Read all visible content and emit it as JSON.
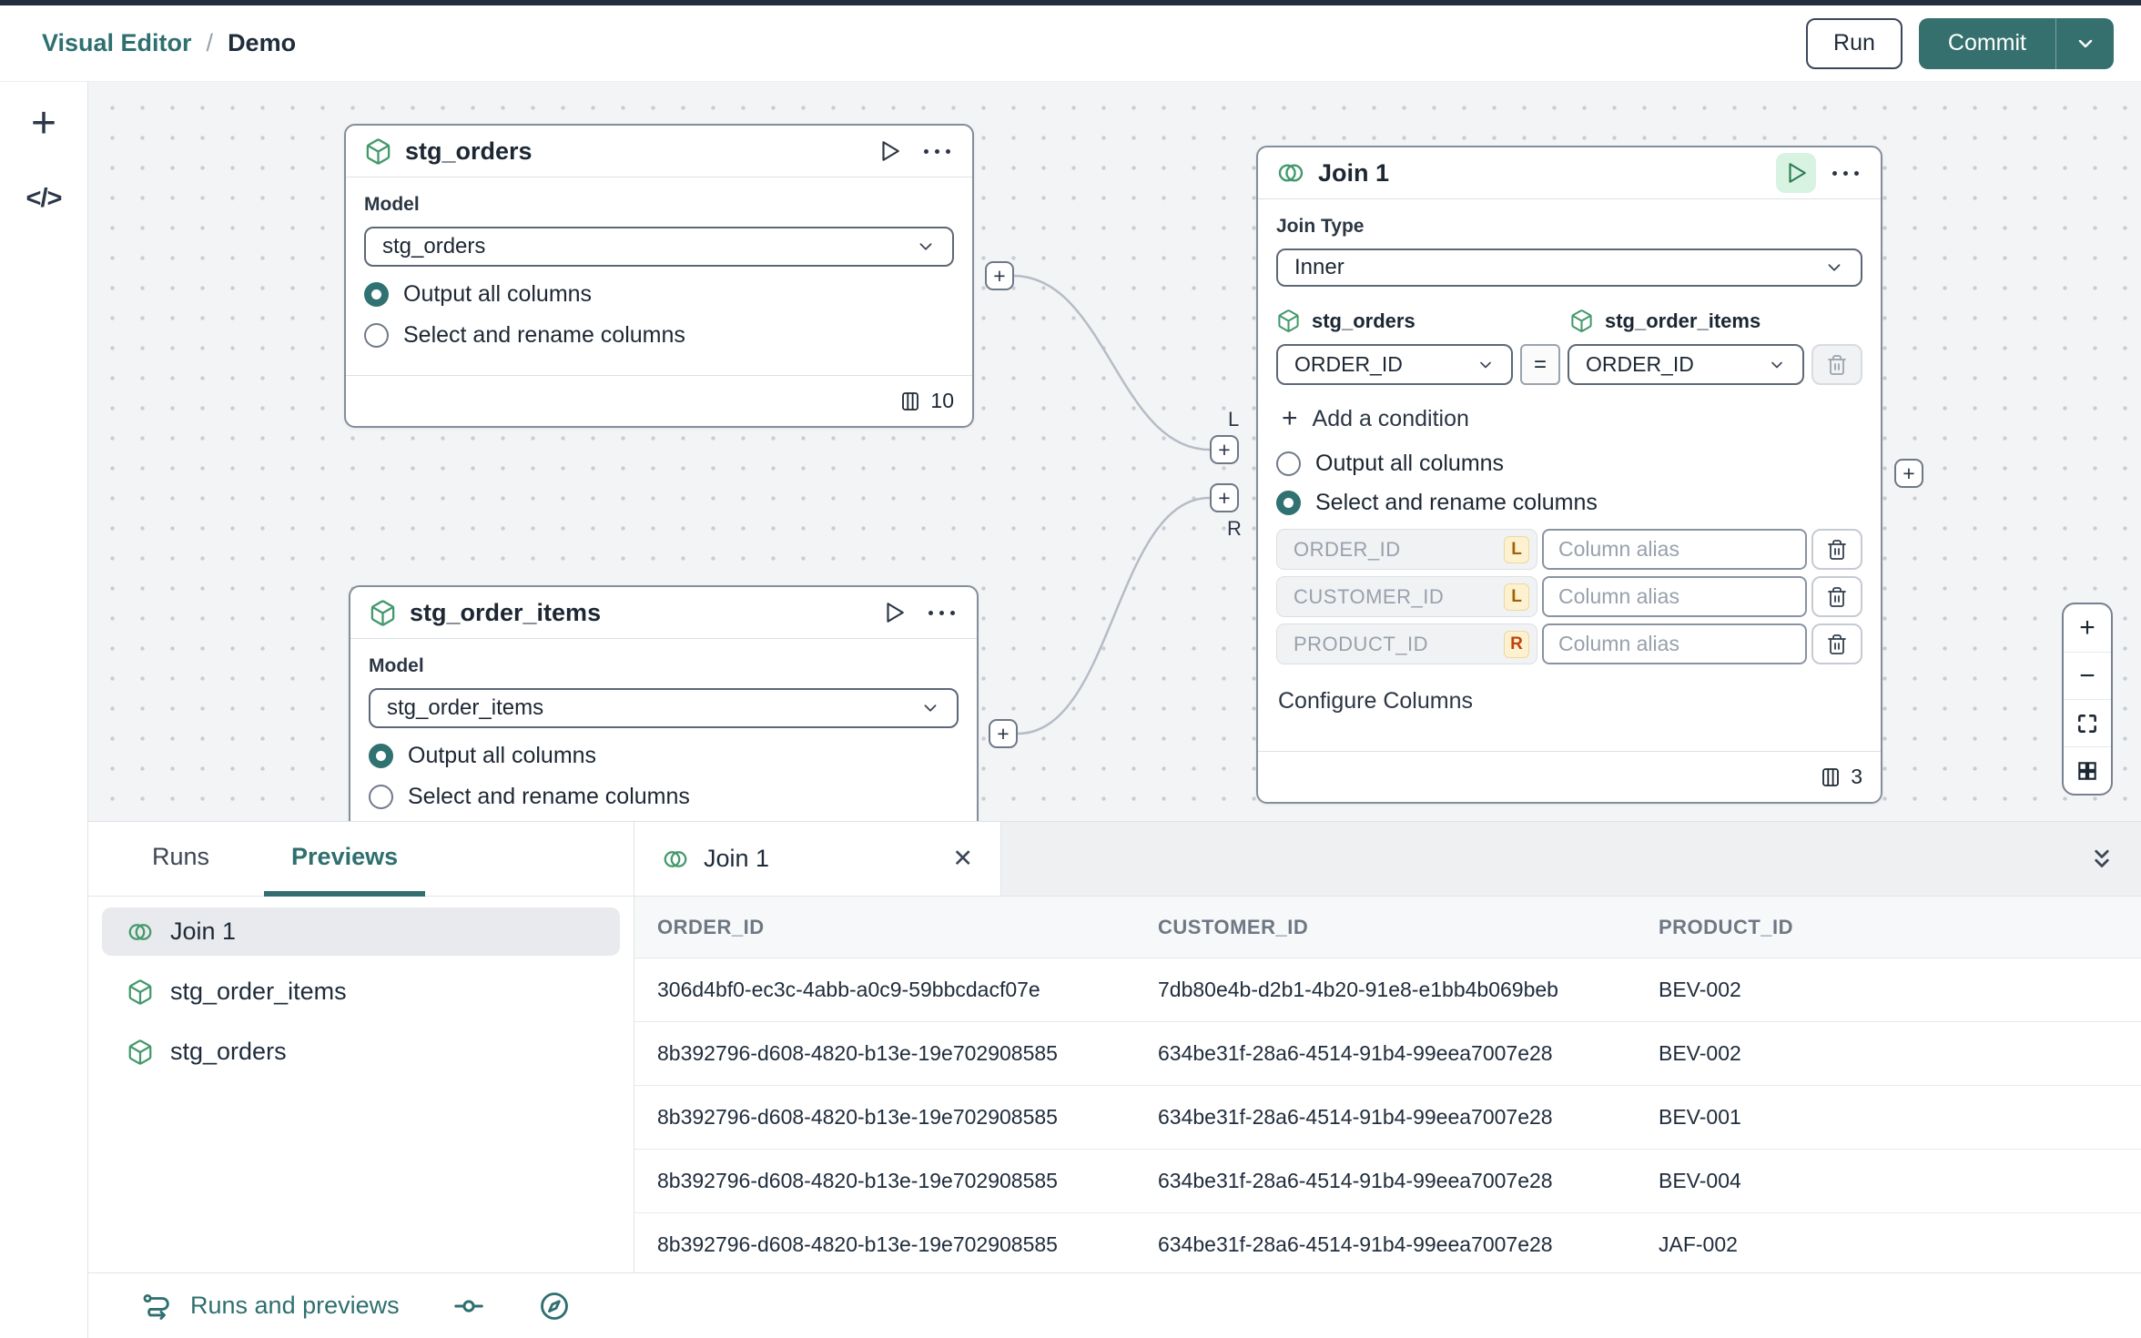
{
  "colors": {
    "accent_teal": "#35706e",
    "icon_green": "#43996b",
    "play_bg_green": "#d9f3e3",
    "badge_bg": "#fdf1cf",
    "badge_l_text": "#a16207",
    "badge_r_text": "#c2410c",
    "text_dark": "#1e2b3a",
    "text_grey": "#6e7884"
  },
  "icons": {
    "plus": "+",
    "minus": "−",
    "close": "✕",
    "code": "</>"
  },
  "header": {
    "breadcrumb": {
      "section": "Visual Editor",
      "separator": "/",
      "page": "Demo"
    },
    "run_button": "Run",
    "commit_button": "Commit"
  },
  "canvas": {
    "node_labels": {
      "model_label": "Model",
      "output_all": "Output all columns",
      "select_rename": "Select and rename columns"
    },
    "stg_orders": {
      "title": "stg_orders",
      "model_value": "stg_orders",
      "column_count": "10"
    },
    "stg_order_items": {
      "title": "stg_order_items",
      "model_value": "stg_order_items"
    },
    "join": {
      "title": "Join 1",
      "join_type_label": "Join Type",
      "join_type_value": "Inner",
      "left_source": "stg_orders",
      "right_source": "stg_order_items",
      "condition_left": "ORDER_ID",
      "condition_op": "=",
      "condition_right": "ORDER_ID",
      "add_condition": "Add a condition",
      "columns": [
        {
          "name": "ORDER_ID",
          "side": "L",
          "alias_placeholder": "Column alias"
        },
        {
          "name": "CUSTOMER_ID",
          "side": "L",
          "alias_placeholder": "Column alias"
        },
        {
          "name": "PRODUCT_ID",
          "side": "R",
          "alias_placeholder": "Column alias"
        }
      ],
      "configure_columns": "Configure Columns",
      "column_count": "3"
    },
    "ports": {
      "l": "L",
      "r": "R"
    }
  },
  "panel": {
    "tabs": {
      "runs": "Runs",
      "previews": "Previews"
    },
    "list": [
      {
        "label": "Join 1"
      },
      {
        "label": "stg_order_items"
      },
      {
        "label": "stg_orders"
      }
    ],
    "preview_tab_label": "Join 1",
    "table": {
      "headers": [
        "ORDER_ID",
        "CUSTOMER_ID",
        "PRODUCT_ID"
      ],
      "rows": [
        [
          "306d4bf0-ec3c-4abb-a0c9-59bbcdacf07e",
          "7db80e4b-d2b1-4b20-91e8-e1bb4b069beb",
          "BEV-002"
        ],
        [
          "8b392796-d608-4820-b13e-19e702908585",
          "634be31f-28a6-4514-91b4-99eea7007e28",
          "BEV-002"
        ],
        [
          "8b392796-d608-4820-b13e-19e702908585",
          "634be31f-28a6-4514-91b4-99eea7007e28",
          "BEV-001"
        ],
        [
          "8b392796-d608-4820-b13e-19e702908585",
          "634be31f-28a6-4514-91b4-99eea7007e28",
          "BEV-004"
        ],
        [
          "8b392796-d608-4820-b13e-19e702908585",
          "634be31f-28a6-4514-91b4-99eea7007e28",
          "JAF-002"
        ]
      ]
    }
  },
  "toolbar": {
    "label": "Runs and previews"
  }
}
